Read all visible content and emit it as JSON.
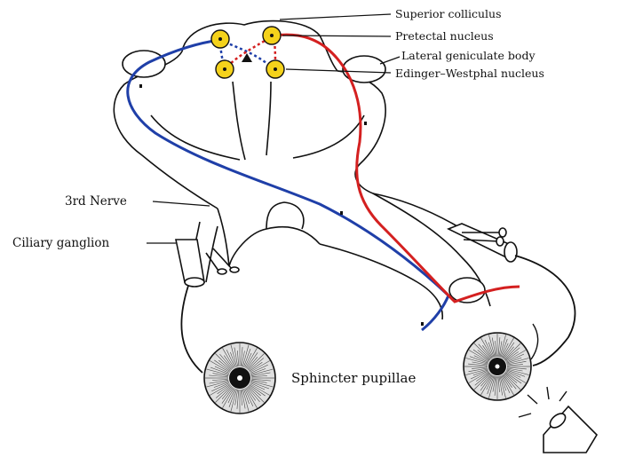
{
  "labels": {
    "superior_colliculus": "Superior colliculus",
    "pretectal_nucleus": "Pretectal nucleus",
    "lateral_geniculate_body": "Lateral geniculate body",
    "edinger_westphal_nucleus": "Edinger–Westphal nucleus",
    "third_nerve": "3rd Nerve",
    "ciliary_ganglion": "Ciliary ganglion",
    "sphincter_pupillae": "Sphincter pupillae"
  },
  "colors": {
    "afferent_left": "#1f3fa8",
    "afferent_right": "#d42020",
    "nucleus_fill": "#f4d21b",
    "outline": "#111111"
  }
}
